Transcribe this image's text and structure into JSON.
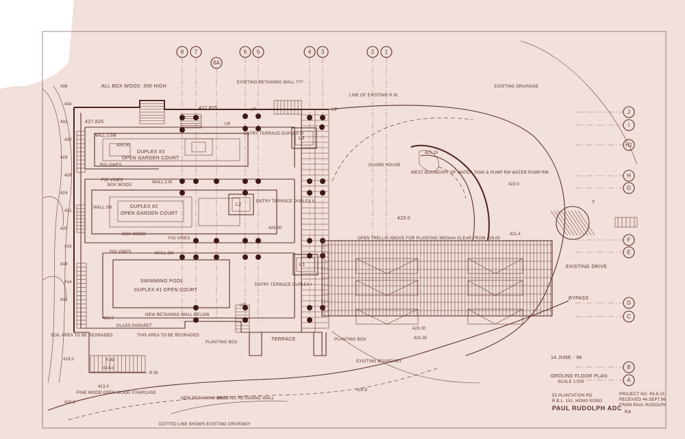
{
  "drawing": {
    "title": "GROUND FLOOR PLAN",
    "scale": "SCALE 1:100",
    "date": "14 JUNE - 96",
    "address_line1": "53 PLANTATION RD",
    "address_line2": "R.B.L. 151, HONG KONG",
    "architect": "PAUL RUDOLPH ADC",
    "stamp_line1": "PROJECT NO. 93-8-15",
    "stamp_line2": "RECEIVED 44.SEPT.96",
    "stamp_line3": "FROM PAUL RUDOLPH"
  },
  "grid_top": [
    "8",
    "7",
    "6A",
    "6",
    "5",
    "4",
    "3",
    "2",
    "1"
  ],
  "grid_right": [
    "J",
    "I",
    "H1",
    "H",
    "G",
    "F",
    "E",
    "D",
    "C",
    "B",
    "A"
  ],
  "spaces": {
    "open_garden_court_3": "OPEN GARDEN COURT",
    "duplex_3": "DUPLEX #3",
    "open_garden_court_2": "OPEN GARDEN COURT",
    "duplex_2": "DUPLEX #2",
    "pool": "SWIMMING POOL",
    "duplex_1": "DUPLEX #1 OPEN COURT",
    "entry_3": "ENTRY TERRACE DUPLEX III",
    "entry_2": "ENTRY TERRACE DUPLEX II",
    "entry_1": "ENTRY TERRACE DUPLEX I",
    "terrace": "TERRACE",
    "guard_house": "GUARD HOUSE",
    "lift_3": "L3",
    "lift_2": "L2",
    "lift_1": "L1"
  },
  "notes": {
    "box_wood_500": "ALL BOX WOOD .500 HIGH",
    "existing_retaining_wall_top": "EXISTING RETAINING WALL ???",
    "line_existing_rw": "LINE OF EXISTING R.W.",
    "existing_drainage": "EXISTING DRAINAGE",
    "wall_2m_a": "WALL 2.0M",
    "wall_2m_b": "WALL 2.M",
    "wall_2m_c": "WALL 2M",
    "wall_2m_d": "WALL 2M",
    "fig_vines_a": "FIG VINES",
    "fig_vines_b": "FIG VINES",
    "fig_vines_c": "FIG VINES",
    "fig_vines_d": "FIG VINES",
    "box_wood_a": "BOX WOOD",
    "box_wood_b": "BOX WOOD",
    "boundary": "WEST BOUNDARY OF WATER TANK & PUMP RM WATER PUMP RM",
    "trellis": "OPEN TRELLIS ABOVE FOR PLANTING 3800mm CLEAR FROM 426.00",
    "existing_drive": "EXISTING DRIVE",
    "bypass": "BYPASS",
    "new_retaining_wall_below": "NEW RETAINING WALL BELOW",
    "glass_parapet": "GLASS PARAPET",
    "area_regraded": "THIS AREA TO BE REGRADED",
    "planting_box_a": "PLANTING BOX",
    "planting_box_b": "PLANTING BOX",
    "existing_retaining_wall": "EXISTING RETAINING WALL",
    "new_retaining_wall": "NEW RETAINING WALL",
    "open_wood_staircase": "PINE WOOD OPEN WOOD STAIRCASE",
    "dotted_line": "DOTTED LINE SHOWS EXISTING DRIVEWAY",
    "existing_boundary": "EXISTING BOUNDARY",
    "soil_area": "SOIL AREA TO BE REGRADED",
    "rw_a": "R.W.",
    "rw_b": "R.W."
  },
  "levels": {
    "l_427825_a": "427.825",
    "l_427825_b": "427.825",
    "l_426_a": "426.00",
    "l_426_b": "426.00",
    "l_426_c": "426.0",
    "l_423_a": "423.0",
    "l_423_b": "423.0",
    "l_42515": "425.15",
    "l_4214": "421.4",
    "l_42300": "423.00",
    "l_42030": "420.30",
    "l_4199": "419.9",
    "l_4190": "419.0",
    "l_4140": "414.0",
    "l_4130": "413.0",
    "l_4100": "410.0"
  },
  "slopes": [
    "436",
    "434",
    "432",
    "430",
    "428",
    "426",
    "424",
    "422",
    "420",
    "418",
    "416",
    "414",
    "412"
  ],
  "markers": {
    "up_a": "UP",
    "up_b": "UP",
    "up_c": "UP",
    "up_d": "UP",
    "question": "?",
    "note_mark": "Ka"
  }
}
